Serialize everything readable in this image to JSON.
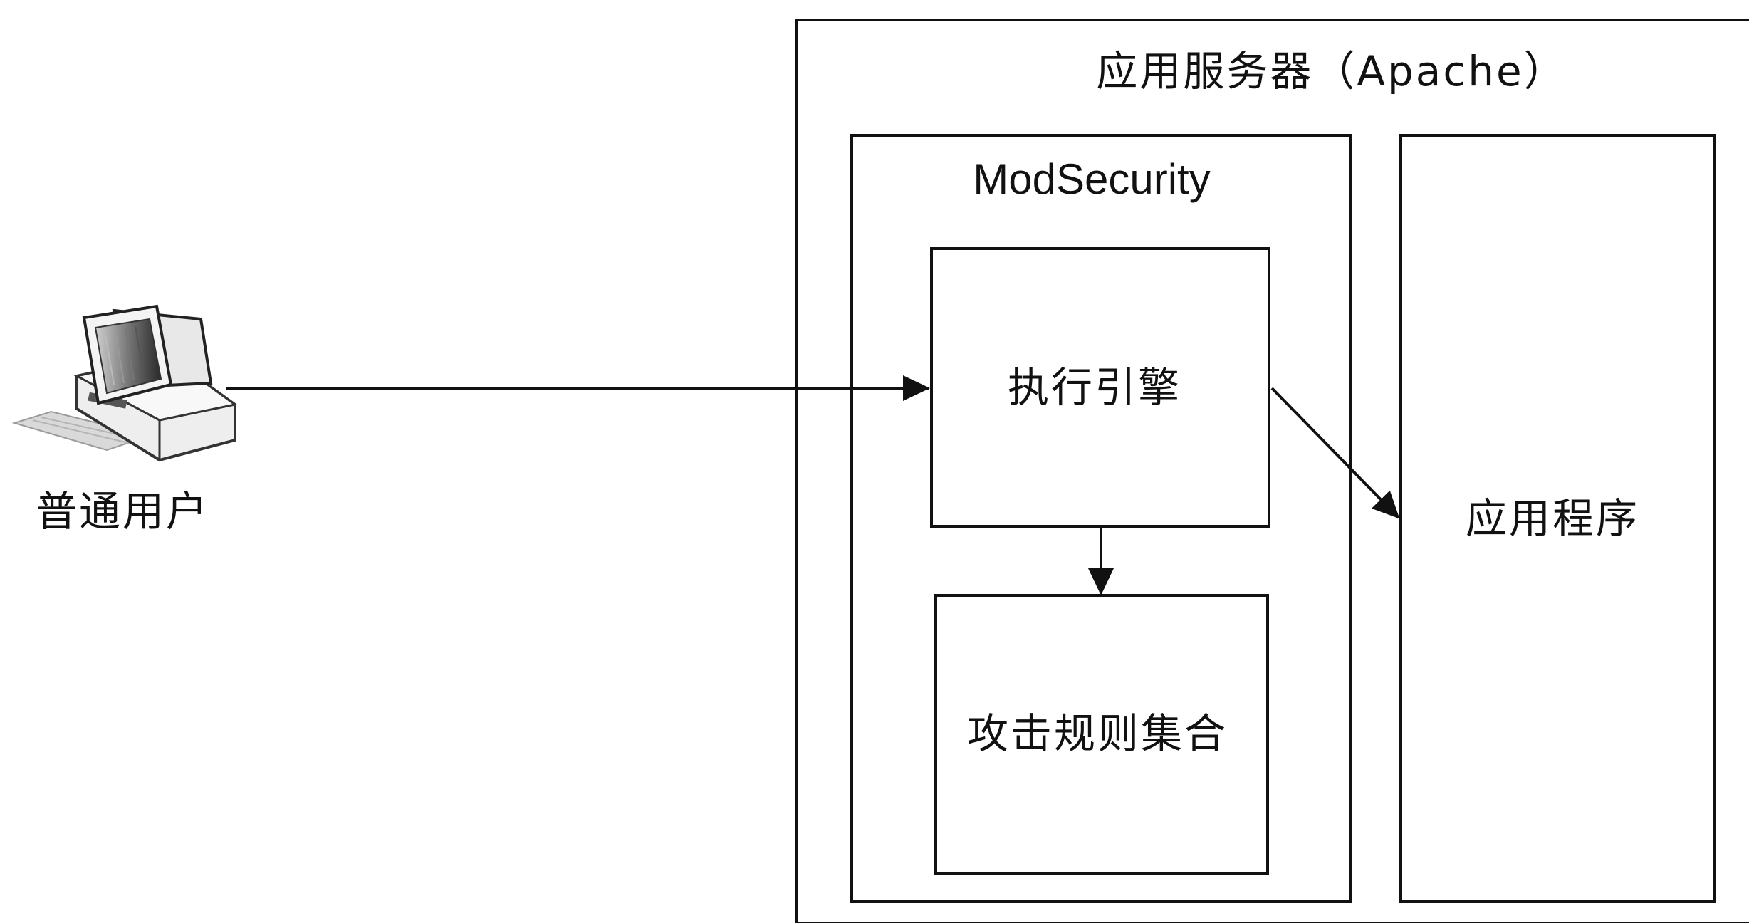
{
  "user": {
    "label": "普通用户",
    "icon": "desktop-computer-icon"
  },
  "server": {
    "title": "应用服务器（Apache）"
  },
  "modsecurity": {
    "title": "ModSecurity",
    "engine_label": "执行引擎",
    "rules_label": "攻击规则集合"
  },
  "application": {
    "label": "应用程序"
  },
  "colors": {
    "line": "#111111",
    "background": "#ffffff",
    "text": "#111111"
  }
}
